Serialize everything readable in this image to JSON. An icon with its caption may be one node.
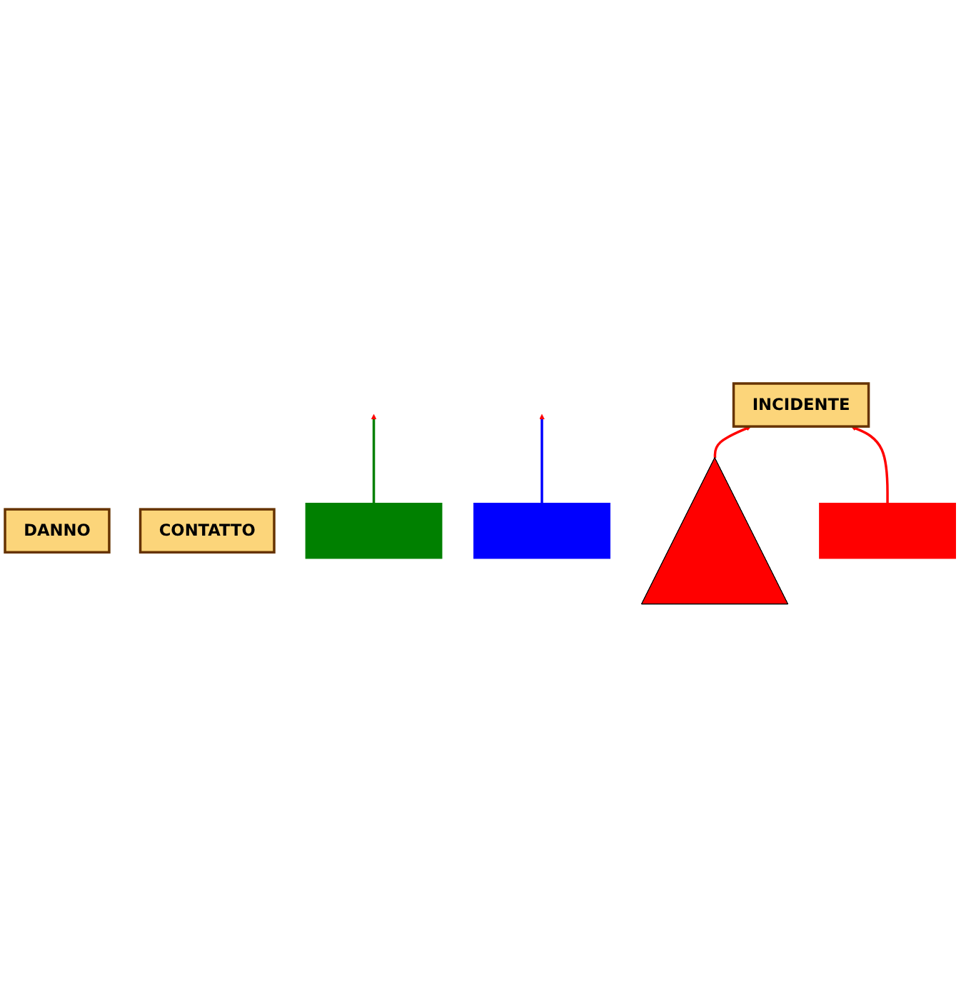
{
  "diagram": {
    "nodes": [
      {
        "text": [
          "DANNO"
        ]
      },
      {
        "text": [
          "CONTATTO"
        ]
      },
      {
        "text": [
          "INCIDENTE"
        ]
      },
      {
        "text": [],
        "shape": "box"
      },
      {
        "text": [],
        "shape": "box"
      },
      {
        "text": [],
        "shape": "triangle"
      },
      {
        "text": [],
        "shape": "box"
      }
    ],
    "edges": [
      {
        "from": 3,
        "to": null,
        "arrow": "to",
        "color": "#008000"
      },
      {
        "from": 4,
        "to": null,
        "arrow": "to",
        "color": "#0000ff"
      },
      {
        "from": 5,
        "to": 2,
        "arrow": "to"
      },
      {
        "from": 6,
        "to": 2,
        "arrow": "to"
      }
    ]
  }
}
